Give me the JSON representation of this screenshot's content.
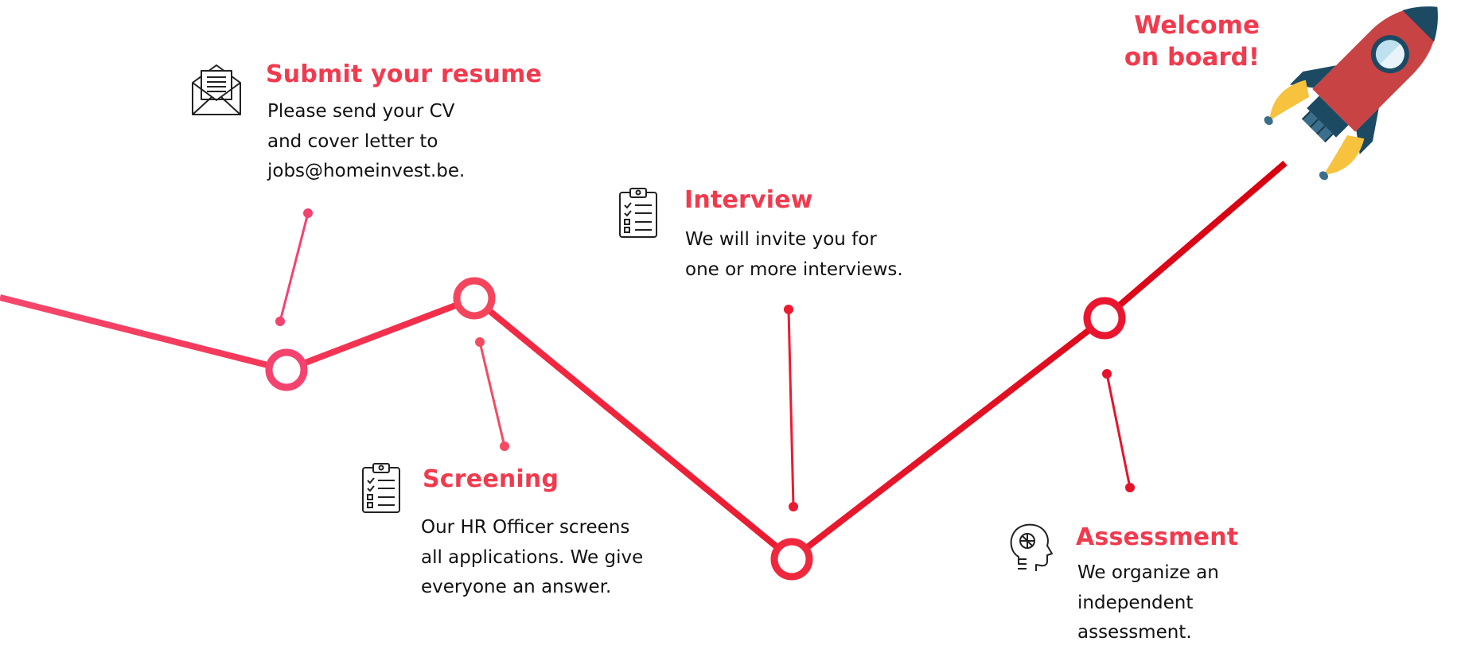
{
  "steps": [
    {
      "title": "Submit your resume",
      "desc": [
        "Please send your CV",
        "and cover letter to",
        "jobs@homeinvest.be."
      ],
      "icon": "envelope-letter-icon"
    },
    {
      "title": "Screening",
      "desc": [
        "Our HR Officer screens",
        "all applications. We give",
        "everyone an answer."
      ],
      "icon": "clipboard-checklist-icon"
    },
    {
      "title": "Interview",
      "desc": [
        "We will invite you for",
        "one or more interviews."
      ],
      "icon": "clipboard-checklist-icon"
    },
    {
      "title": "Assessment",
      "desc": [
        "We organize an",
        "independent",
        "assessment."
      ],
      "icon": "head-brain-icon"
    }
  ],
  "finale": {
    "lines": [
      "Welcome",
      "on board!"
    ],
    "icon": "rocket-icon"
  },
  "colors": {
    "accent": "#f23a4e",
    "path_start": "#f4436f",
    "path_end": "#d90010",
    "text": "#111111"
  }
}
